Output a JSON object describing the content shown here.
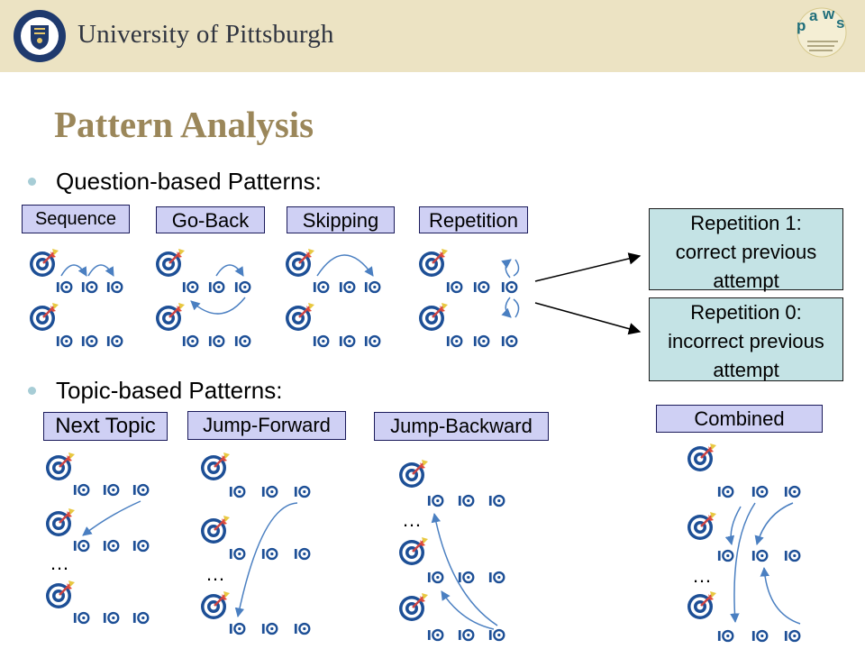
{
  "header": {
    "university_name": "University of Pittsburgh"
  },
  "title": "Pattern Analysis",
  "sections": {
    "question_based": "Question-based Patterns:",
    "topic_based": "Topic-based Patterns:"
  },
  "question_patterns": [
    "Sequence",
    "Go-Back",
    "Skipping",
    "Repetition"
  ],
  "repetition_outcomes": [
    {
      "line1": "Repetition 1:",
      "line2": "correct previous",
      "line3": "attempt"
    },
    {
      "line1": "Repetition 0:",
      "line2": "incorrect previous",
      "line3": "attempt"
    }
  ],
  "topic_patterns": [
    "Next Topic",
    "Jump-Forward",
    "Jump-Backward",
    "Combined"
  ],
  "ellipsis": "…",
  "icons": {
    "topic": "target-icon",
    "question": "question-icon"
  },
  "colors": {
    "header_bg": "#ece3c3",
    "title": "#9b875a",
    "label_bg": "#cfd0f4",
    "outcome_bg": "#c4e3e5",
    "arrow": "#4a7fc1"
  }
}
